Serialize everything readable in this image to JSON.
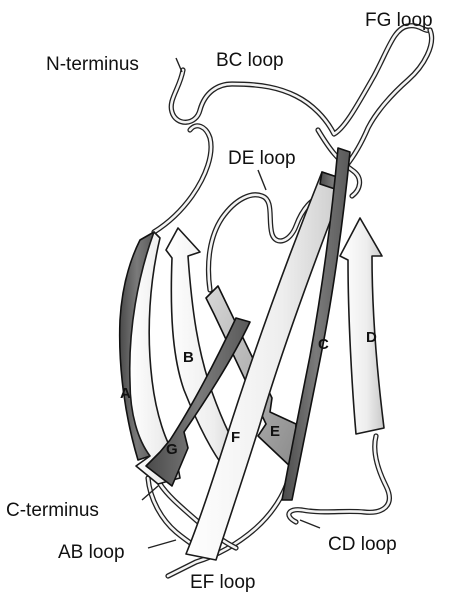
{
  "diagram": {
    "labels": {
      "n_terminus": "N-terminus",
      "c_terminus": "C-terminus",
      "bc_loop": "BC loop",
      "fg_loop": "FG loop",
      "de_loop": "DE loop",
      "ab_loop": "AB loop",
      "cd_loop": "CD loop",
      "ef_loop": "EF loop"
    },
    "strands": {
      "a": "A",
      "b": "B",
      "c": "C",
      "d": "D",
      "e": "E",
      "f": "F",
      "g": "G"
    },
    "colors": {
      "light_strand": "#f2f2f2",
      "dark_strand": "#6e6e6e",
      "mid_strand": "#a8a8a8",
      "outline": "#1a1a1a"
    }
  }
}
